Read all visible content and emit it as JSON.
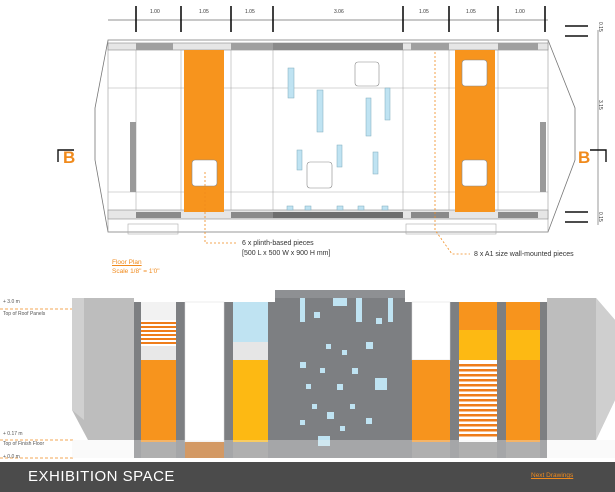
{
  "dimensions": {
    "top": [
      "1.00",
      "1.05",
      "1.05",
      "3.06",
      "1.05",
      "1.05",
      "1.00"
    ],
    "right": [
      "0.15",
      "3.15",
      "0.15"
    ]
  },
  "section_marks": {
    "left": "B",
    "right": "B"
  },
  "plan_notes": {
    "plinth_line1": "6 x plinth-based pieces",
    "plinth_line2": "[500 L x 500 W x 900 H mm]",
    "wall_mounted": "8 x A1 size wall-mounted pieces",
    "floor_plan": "Floor Plan",
    "scale": "Scale 1/8\" = 1'0\""
  },
  "levels": {
    "top_value": "+ 3.0 m",
    "top_label": "Top of Roof Panels",
    "mid_value": "+ 0.17 m",
    "mid_label": "Top of Finish Floor",
    "base_value": "+ 0.0 m"
  },
  "footer": {
    "title": "EXHIBITION SPACE",
    "link": "Next Drawings"
  },
  "colors": {
    "orange": "#f7941d",
    "dark_orange": "#ef7d1a",
    "yellow": "#fdb913",
    "grey": "#7d7f82",
    "light_blue": "#bfe3f2"
  }
}
